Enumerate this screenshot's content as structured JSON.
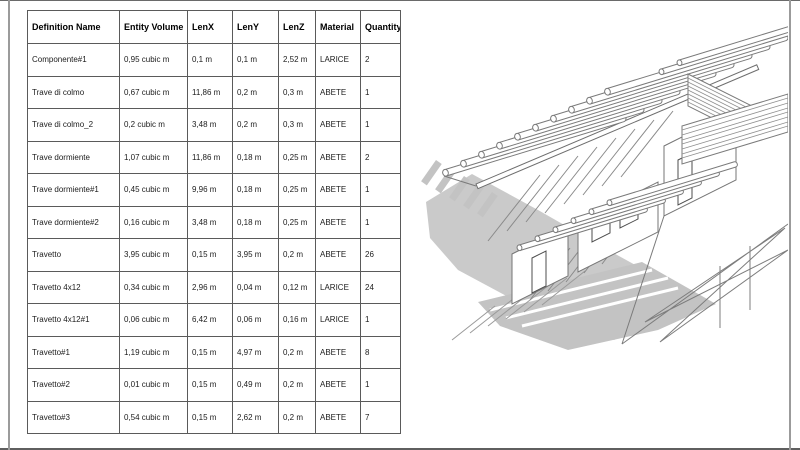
{
  "table": {
    "headers": [
      "Definition Name",
      "Entity Volume",
      "LenX",
      "LenY",
      "LenZ",
      "Material",
      "Quantity"
    ],
    "rows": [
      [
        "Componente#1",
        "0,95 cubic m",
        "0,1 m",
        "0,1 m",
        "2,52 m",
        "LARICE",
        "2"
      ],
      [
        "Trave di colmo",
        "0,67 cubic m",
        "11,86 m",
        "0,2 m",
        "0,3 m",
        "ABETE",
        "1"
      ],
      [
        "Trave di colmo_2",
        "0,2 cubic m",
        "3,48 m",
        "0,2 m",
        "0,3 m",
        "ABETE",
        "1"
      ],
      [
        "Trave dormiente",
        "1,07 cubic m",
        "11,86 m",
        "0,18 m",
        "0,25 m",
        "ABETE",
        "2"
      ],
      [
        "Trave dormiente#1",
        "0,45 cubic m",
        "9,96 m",
        "0,18 m",
        "0,25 m",
        "ABETE",
        "1"
      ],
      [
        "Trave dormiente#2",
        "0,16 cubic m",
        "3,48 m",
        "0,18 m",
        "0,25 m",
        "ABETE",
        "1"
      ],
      [
        "Travetto",
        "3,95 cubic m",
        "0,15 m",
        "3,95 m",
        "0,2 m",
        "ABETE",
        "26"
      ],
      [
        "Travetto 4x12",
        "0,34 cubic m",
        "2,96 m",
        "0,04 m",
        "0,12 m",
        "LARICE",
        "24"
      ],
      [
        "Travetto 4x12#1",
        "0,06 cubic m",
        "6,42 m",
        "0,06 m",
        "0,16 m",
        "LARICE",
        "1"
      ],
      [
        "Travetto#1",
        "1,19 cubic m",
        "0,15 m",
        "4,97 m",
        "0,2 m",
        "ABETE",
        "8"
      ],
      [
        "Travetto#2",
        "0,01 cubic m",
        "0,15 m",
        "0,49 m",
        "0,2 m",
        "ABETE",
        "1"
      ],
      [
        "Travetto#3",
        "0,54 cubic m",
        "0,15 m",
        "2,62 m",
        "0,2 m",
        "ABETE",
        "7"
      ]
    ]
  },
  "colors": {
    "page_bg": "#ffffff",
    "table_border": "#5a5a5a",
    "text": "#1c1c1c",
    "frame_line": "#9b9b9b",
    "edge_line": "#5f5f5f",
    "drawing_stroke": "#7a7a7a",
    "shadow_fill": "#cacaca"
  }
}
